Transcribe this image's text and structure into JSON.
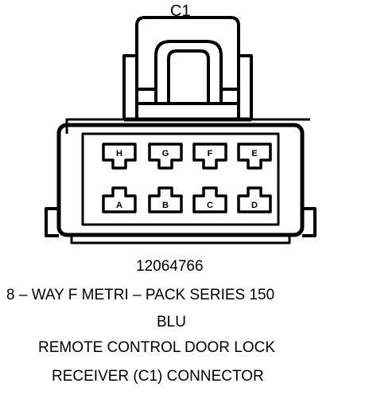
{
  "connector": {
    "title": "C1",
    "part_number": "12064766",
    "description": "8 – WAY F METRI – PACK SERIES 150",
    "color": "BLU",
    "caption_line1": "REMOTE CONTROL DOOR LOCK",
    "caption_line2": "RECEIVER (C1) CONNECTOR"
  },
  "pins": {
    "top_row": [
      "H",
      "G",
      "F",
      "E"
    ],
    "bottom_row": [
      "A",
      "B",
      "C",
      "D"
    ]
  }
}
